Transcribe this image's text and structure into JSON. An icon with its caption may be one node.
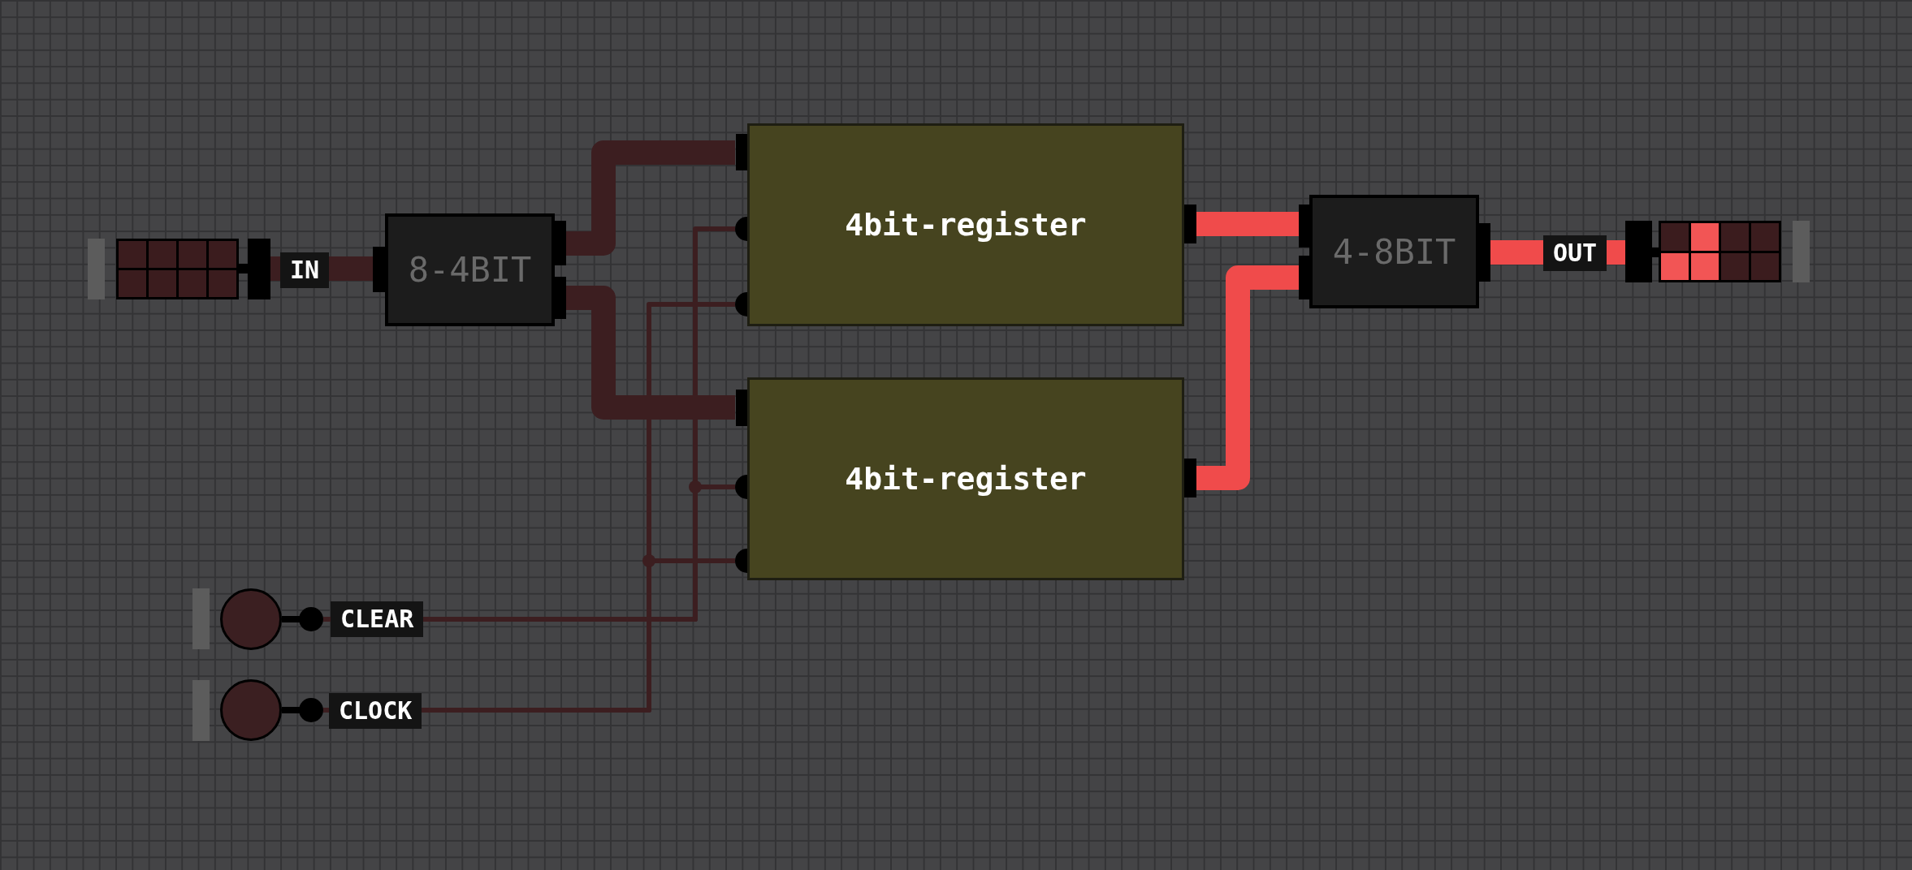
{
  "diagram": {
    "nodes": [
      {
        "text": [],
        "shape": "box",
        "beside": [
          "IN"
        ]
      },
      {
        "text": [
          "8-4BIT"
        ]
      },
      {
        "text": [
          "4bit-register"
        ]
      },
      {
        "text": [
          "4bit-register"
        ]
      },
      {
        "text": [
          "4-8BIT"
        ]
      },
      {
        "text": [],
        "shape": "box",
        "beside": [
          "OUT"
        ]
      },
      {
        "text": [],
        "shape": "circle",
        "beside": [
          "CLEAR"
        ]
      },
      {
        "text": [],
        "shape": "circle",
        "beside": [
          "CLOCK"
        ]
      }
    ],
    "edges": [
      {
        "from": 0,
        "to": 1,
        "arrow": "none"
      },
      {
        "from": 1,
        "to": 2,
        "arrow": "none"
      },
      {
        "from": 1,
        "to": 3,
        "arrow": "none"
      },
      {
        "from": 6,
        "to": 2,
        "arrow": "none"
      },
      {
        "from": 6,
        "to": 3,
        "arrow": "none"
      },
      {
        "from": 7,
        "to": 2,
        "arrow": "none"
      },
      {
        "from": 7,
        "to": 3,
        "arrow": "none"
      },
      {
        "from": 2,
        "to": 4,
        "arrow": "none",
        "color": "#f04b4b"
      },
      {
        "from": 3,
        "to": 4,
        "arrow": "none",
        "color": "#f04b4b"
      },
      {
        "from": 4,
        "to": 5,
        "arrow": "none",
        "color": "#f04b4b"
      }
    ]
  }
}
